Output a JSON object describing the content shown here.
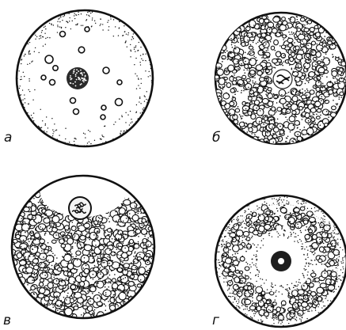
{
  "panels": [
    {
      "id": "a",
      "label": "а",
      "type": "oligolecithal-scattered-yolk"
    },
    {
      "id": "b",
      "label": "б",
      "type": "isolecithal-dense-yolk"
    },
    {
      "id": "v",
      "label": "в",
      "type": "telolecithal-nucleus-at-pole"
    },
    {
      "id": "g",
      "label": "г",
      "type": "centrolecithal-yolk-ring"
    }
  ],
  "colors": {
    "ink": "#111111",
    "background": "#ffffff"
  }
}
